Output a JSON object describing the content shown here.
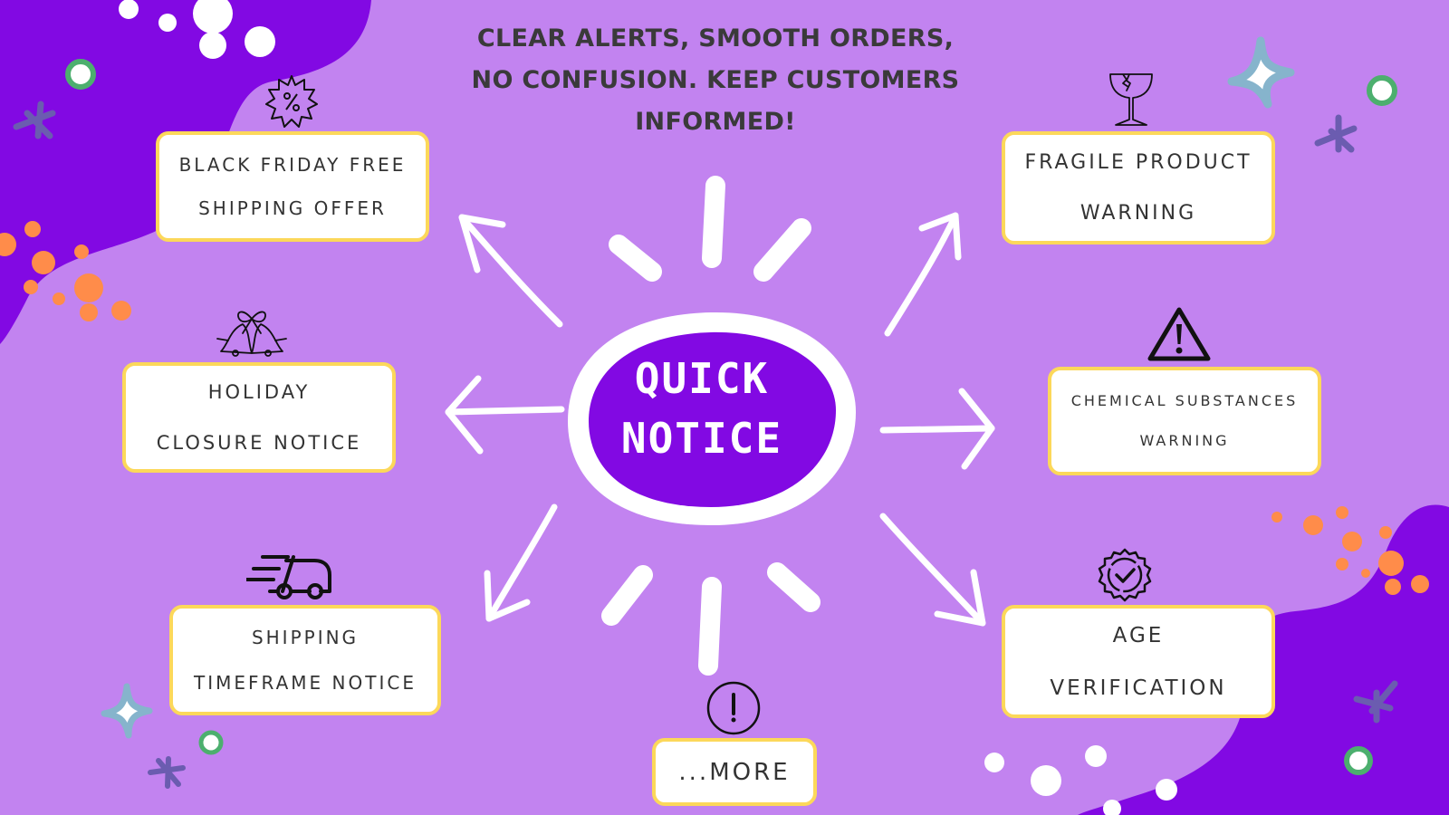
{
  "headline": {
    "lines": [
      "CLEAR ALERTS, SMOOTH ORDERS,",
      "NO CONFUSION. KEEP CUSTOMERS",
      "INFORMED!"
    ]
  },
  "center": {
    "lines": [
      "QUICK",
      "NOTICE"
    ],
    "fill_color": "#8209e3",
    "ring_color": "#ffffff"
  },
  "colors": {
    "background": "#c283f0",
    "blob": "#8209e3",
    "card_border": "#fcd85a",
    "card_text": "#333333",
    "headline_text": "#3a3a3a",
    "confetti_orange": "#ff8c4a",
    "confetti_green": "#4caf6e",
    "star_purple": "#6b5cb0",
    "sparkle_blue": "#86b4cc"
  },
  "notices": [
    {
      "id": "black-friday",
      "icon": "discount-badge-icon",
      "lines": [
        "BLACK FRIDAY FREE",
        "SHIPPING OFFER"
      ]
    },
    {
      "id": "holiday-closure",
      "icon": "bells-icon",
      "lines": [
        "HOLIDAY",
        "CLOSURE NOTICE"
      ]
    },
    {
      "id": "shipping-timeframe",
      "icon": "fast-delivery-truck-icon",
      "lines": [
        "SHIPPING",
        "TIMEFRAME NOTICE"
      ]
    },
    {
      "id": "more",
      "icon": "exclamation-circle-icon",
      "lines": [
        "...MORE"
      ]
    },
    {
      "id": "age-verification",
      "icon": "verified-badge-icon",
      "lines": [
        "AGE",
        "VERIFICATION"
      ]
    },
    {
      "id": "chemical-warning",
      "icon": "warning-triangle-icon",
      "lines": [
        "CHEMICAL SUBSTANCES",
        "WARNING"
      ]
    },
    {
      "id": "fragile-warning",
      "icon": "broken-glass-icon",
      "lines": [
        "FRAGILE PRODUCT",
        "WARNING"
      ]
    }
  ]
}
